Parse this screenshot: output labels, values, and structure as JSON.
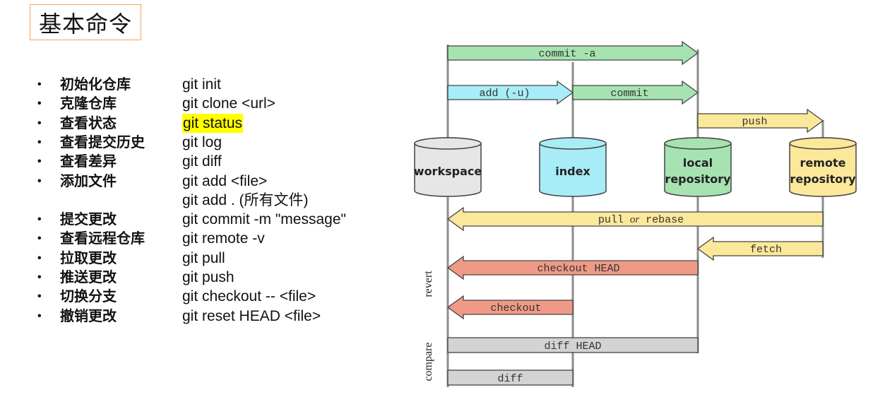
{
  "title": "基本命令",
  "commands": [
    {
      "label": "初始化仓库",
      "cmd": "git init",
      "bullet": true,
      "highlight": false
    },
    {
      "label": "克隆仓库",
      "cmd": "git clone <url>",
      "bullet": true,
      "highlight": false
    },
    {
      "label": "查看状态",
      "cmd": "git status",
      "bullet": true,
      "highlight": true
    },
    {
      "label": "查看提交历史",
      "cmd": "git log",
      "bullet": true,
      "highlight": false
    },
    {
      "label": "查看差异",
      "cmd": "git diff",
      "bullet": true,
      "highlight": false
    },
    {
      "label": "添加文件",
      "cmd": "git add <file>",
      "bullet": true,
      "highlight": false
    },
    {
      "label": "",
      "cmd": "git add . (所有文件)",
      "bullet": false,
      "highlight": false
    },
    {
      "label": "提交更改",
      "cmd": "git commit -m \"message\"",
      "bullet": true,
      "highlight": false
    },
    {
      "label": "查看远程仓库",
      "cmd": "git remote -v",
      "bullet": true,
      "highlight": false
    },
    {
      "label": "拉取更改",
      "cmd": "git pull",
      "bullet": true,
      "highlight": false
    },
    {
      "label": "推送更改",
      "cmd": "git push",
      "bullet": true,
      "highlight": false
    },
    {
      "label": "切换分支",
      "cmd": "git checkout -- <file>",
      "bullet": true,
      "highlight": false
    },
    {
      "label": "撤销更改",
      "cmd": "git reset HEAD <file>",
      "bullet": true,
      "highlight": false
    }
  ],
  "bullet_char": "•",
  "diagram": {
    "stores": [
      {
        "id": "workspace",
        "lines": [
          "workspace"
        ],
        "color": "#e6e6e6"
      },
      {
        "id": "index",
        "lines": [
          "index"
        ],
        "color": "#a8ecf7"
      },
      {
        "id": "local",
        "lines": [
          "local",
          "repository"
        ],
        "color": "#a6e3b1"
      },
      {
        "id": "remote",
        "lines": [
          "remote",
          "repository"
        ],
        "color": "#fbe89a"
      }
    ],
    "arrows": [
      {
        "label": "commit -a",
        "from": "workspace",
        "to": "local",
        "color": "#a6e3b1"
      },
      {
        "label": "add (-u)",
        "from": "workspace",
        "to": "index",
        "color": "#a8ecf7"
      },
      {
        "label": "commit",
        "from": "index",
        "to": "local",
        "color": "#a6e3b1"
      },
      {
        "label": "push",
        "from": "local",
        "to": "remote",
        "color": "#fbe89a"
      },
      {
        "label_parts": [
          "pull",
          "or",
          "rebase"
        ],
        "from": "remote",
        "to": "workspace",
        "color": "#fbe89a"
      },
      {
        "label": "fetch",
        "from": "remote",
        "to": "local",
        "color": "#fbe89a"
      },
      {
        "label": "checkout HEAD",
        "from": "local",
        "to": "workspace",
        "color": "#ef9a86"
      },
      {
        "label": "checkout",
        "from": "index",
        "to": "workspace",
        "color": "#ef9a86"
      }
    ],
    "bars": [
      {
        "label": "diff HEAD",
        "from": "workspace",
        "to": "local",
        "color": "#d3d3d3"
      },
      {
        "label": "diff",
        "from": "workspace",
        "to": "index",
        "color": "#d3d3d3"
      }
    ],
    "section_labels": {
      "revert": "revert",
      "compare": "compare"
    },
    "line_color": "#8c8c8c",
    "outline_color": "#444444"
  }
}
